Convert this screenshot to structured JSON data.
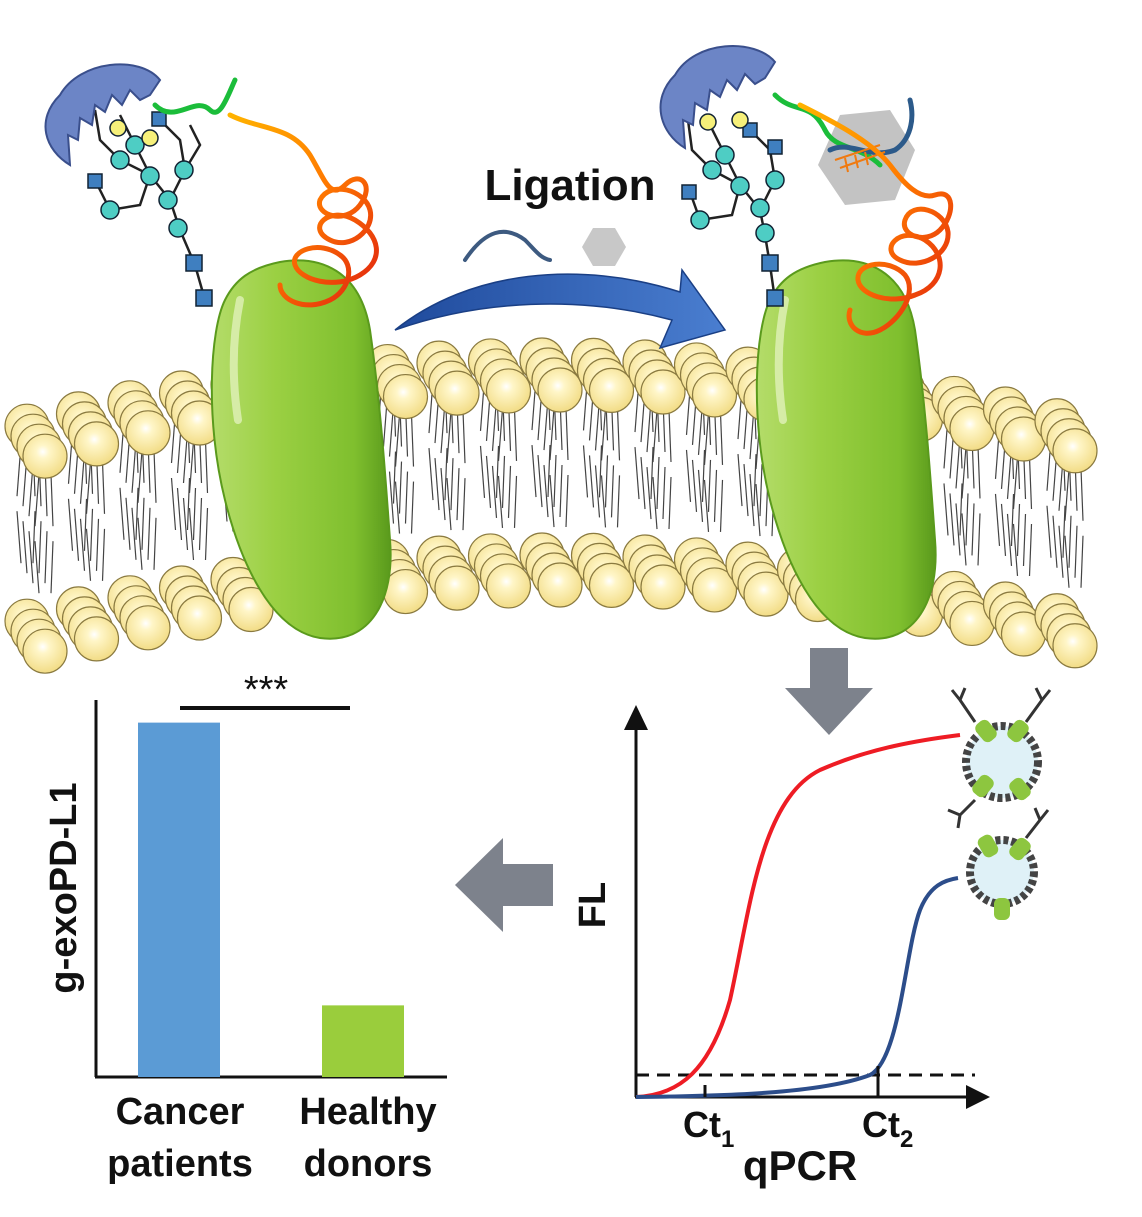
{
  "ligation": {
    "label": "Ligation"
  },
  "bar_chart": {
    "ylabel": "g-exoPD-L1",
    "significance": "***",
    "cat1_line1": "Cancer",
    "cat1_line2": "patients",
    "cat2_line1": "Healthy",
    "cat2_line2": "donors"
  },
  "qpcr_chart": {
    "ylabel": "FL",
    "xlabel": "qPCR",
    "ct1_main": "Ct",
    "ct1_sub": "1",
    "ct2_main": "Ct",
    "ct2_sub": "2"
  },
  "colors": {
    "protein_green": "#8dc63f",
    "lipid_yellow": "#fbeaa0",
    "arrow_blue": "#3a66b8",
    "arrow_gray": "#7d828c",
    "bar_blue": "#5b9bd5",
    "bar_green": "#9acd3c",
    "curve_red": "#ee1c24",
    "curve_navy": "#2c4d8a"
  },
  "chart_data": [
    {
      "type": "bar",
      "categories": [
        "Cancer patients",
        "Healthy donors"
      ],
      "values": [
        0.94,
        0.19
      ],
      "ylabel": "g-exoPD-L1",
      "annotation": "***"
    }
  ]
}
